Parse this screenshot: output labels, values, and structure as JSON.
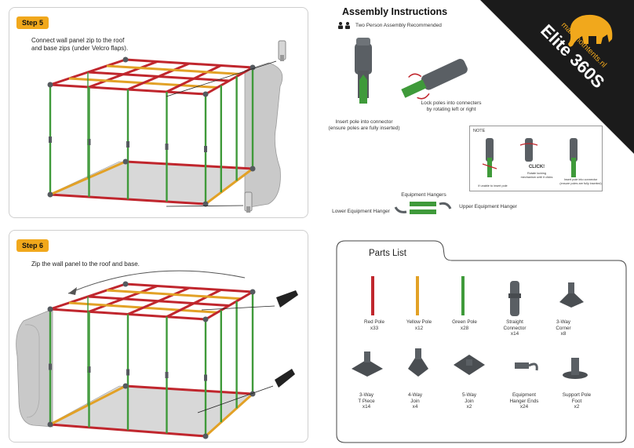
{
  "header": {
    "title": "Assembly Instructions",
    "two_person": "Two Person Assembly Recommended"
  },
  "banner": {
    "url": "mammothtents.nl",
    "model": "Elite 360S"
  },
  "steps": [
    {
      "badge": "Step 5",
      "text": "Connect wall panel zip to the roof\nand base zips (under Velcro flaps)."
    },
    {
      "badge": "Step 6",
      "text": "Zip the wall panel to the roof and base."
    }
  ],
  "captions": {
    "insert": "Insert pole into connector\n(ensure poles are fully inserted)",
    "lock": "Lock poles into connecters\nby rotating left or right",
    "equipment_hangers": "Equipment Hangers",
    "lower_hanger": "Lower Equipment Hanger",
    "upper_hanger": "Upper Equipment Hanger"
  },
  "note": {
    "label": "NOTE",
    "click": "CLICK!",
    "c1": "If unable to insert pole",
    "c2": "Rotate locking\nmechanism until it clicks",
    "c3": "Insert pole into connector\n(ensure poles are fully inserted)"
  },
  "parts": {
    "title": "Parts List",
    "items": [
      {
        "name": "Red Pole",
        "qty": "x33"
      },
      {
        "name": "Yellow Pole",
        "qty": "x12"
      },
      {
        "name": "Green Pole",
        "qty": "x28"
      },
      {
        "name": "Straight\nConnector",
        "qty": "x14"
      },
      {
        "name": "3-Way\nCorner",
        "qty": "x8"
      },
      {
        "name": "3-Way\nT Piece",
        "qty": "x14"
      },
      {
        "name": "4-Way\nJoin",
        "qty": "x4"
      },
      {
        "name": "5-Way\nJoin",
        "qty": "x2"
      },
      {
        "name": "Equipment\nHanger Ends",
        "qty": "x24"
      },
      {
        "name": "Support Pole\nFoot",
        "qty": "x2"
      }
    ]
  },
  "colors": {
    "red_pole": "#c0262d",
    "yellow_pole": "#e2a126",
    "green_pole": "#3f9a3a",
    "connector": "#555a5f",
    "accent": "#f1a81c",
    "banner": "#1b1b1b"
  }
}
